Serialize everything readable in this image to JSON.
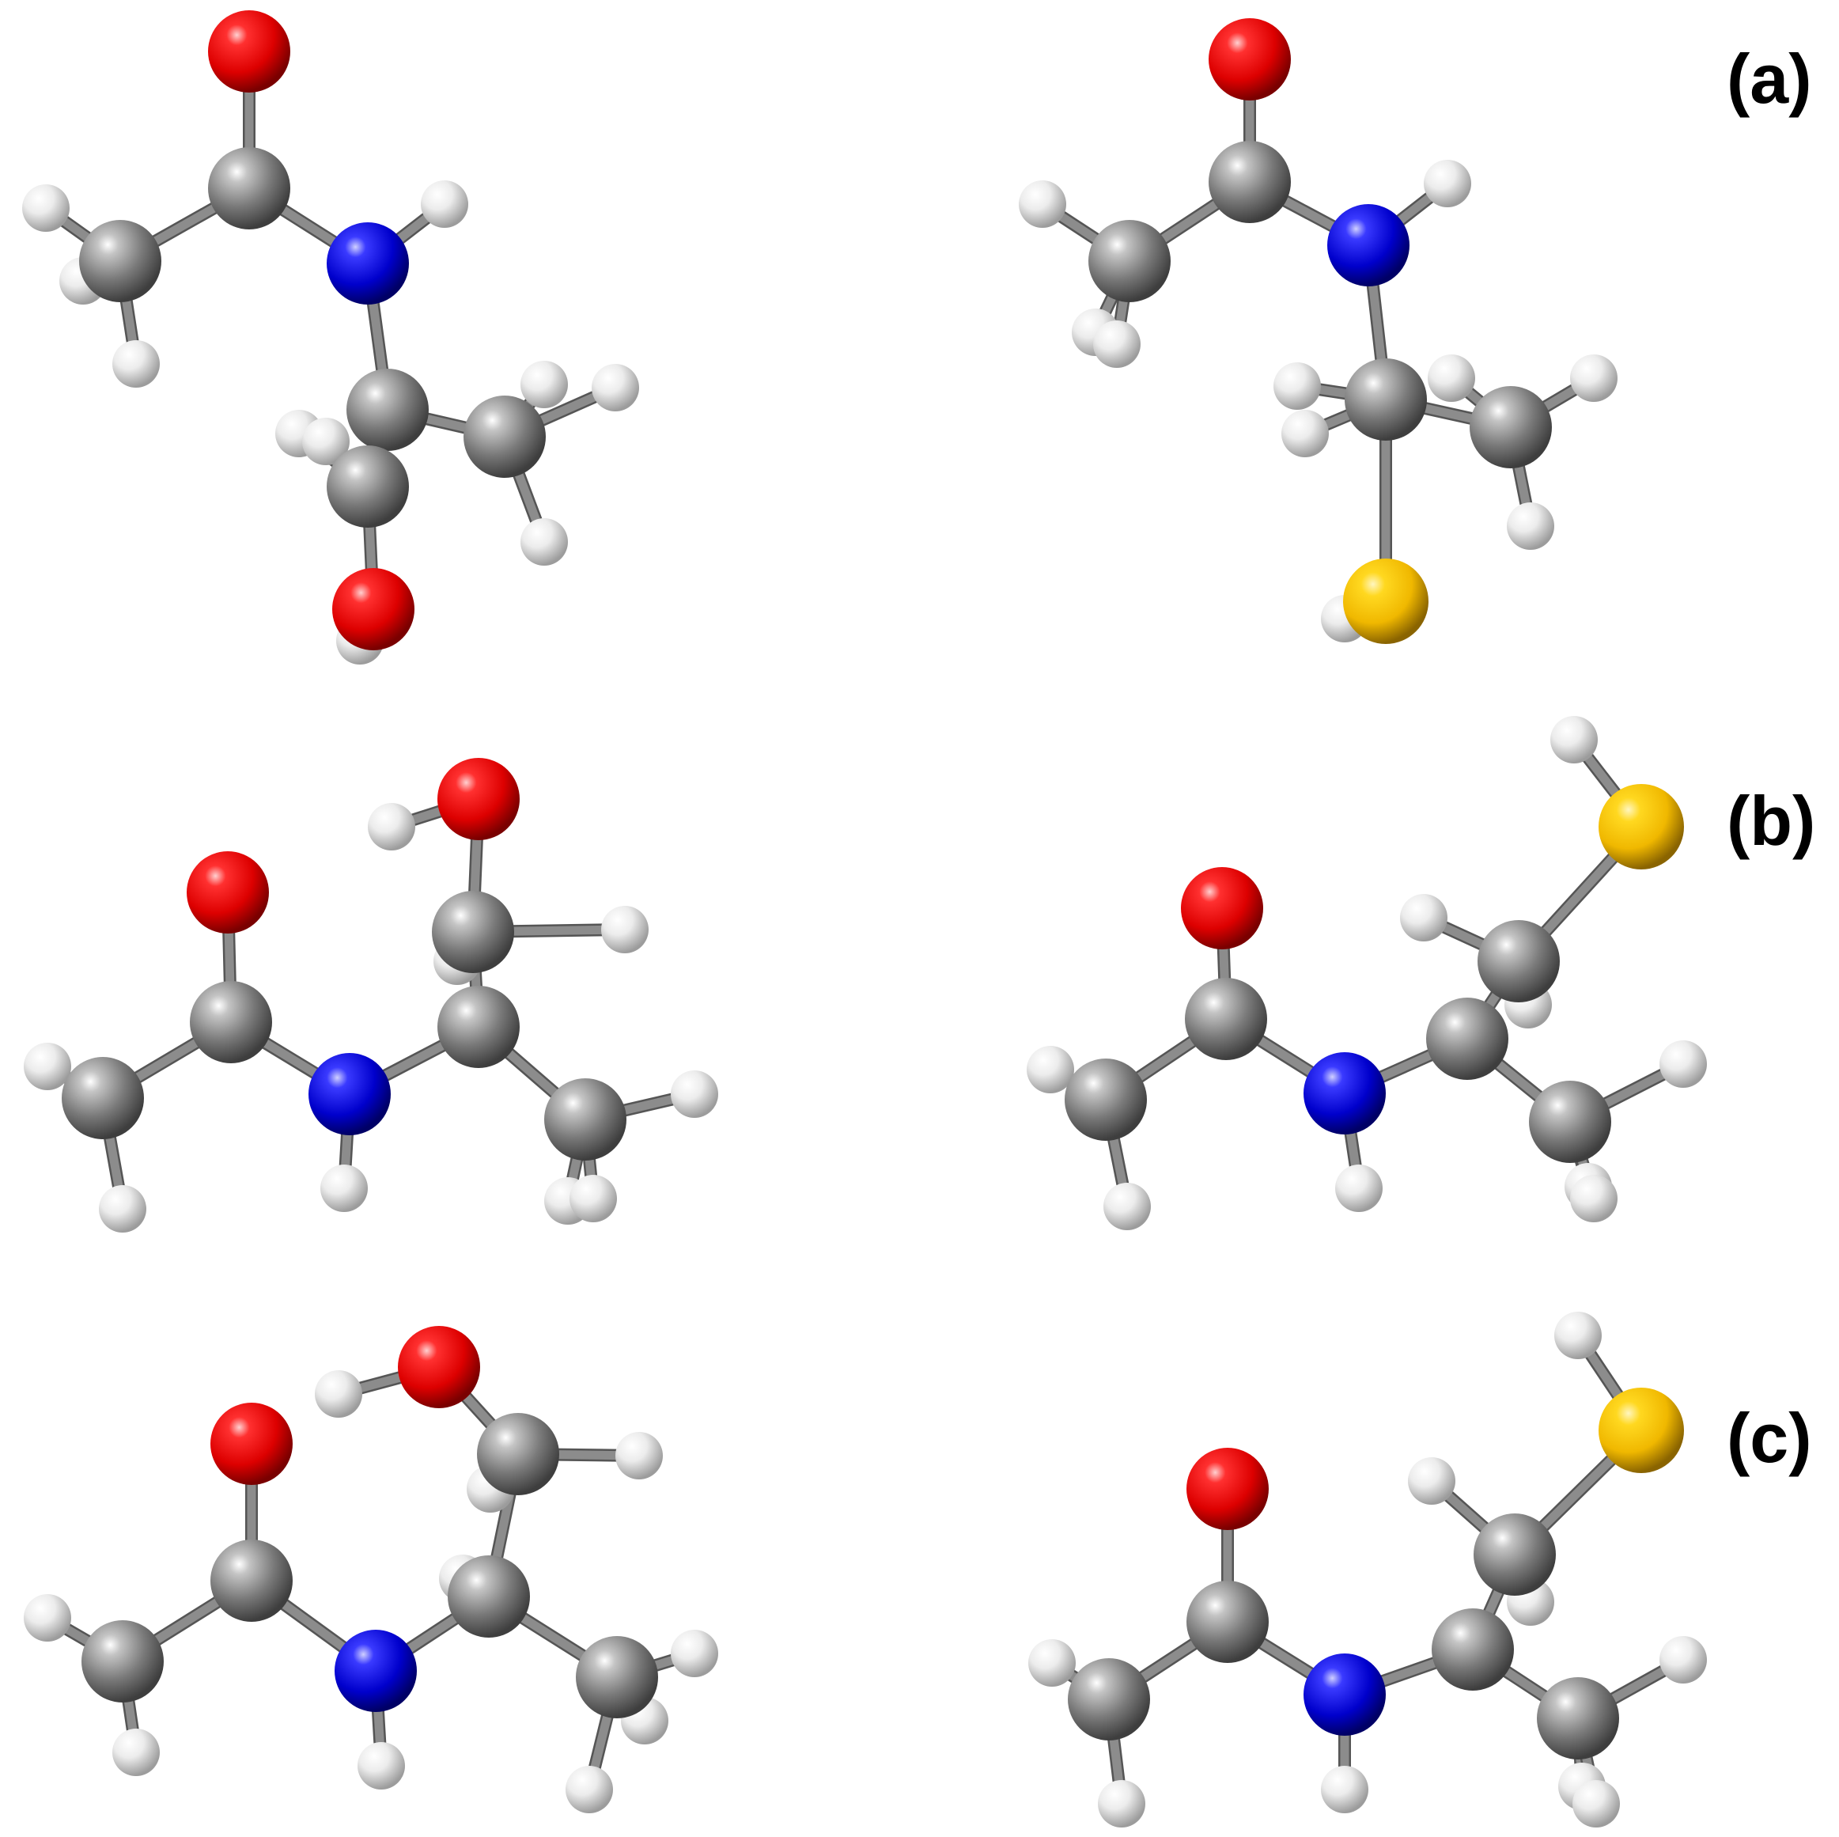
{
  "figure": {
    "labels": [
      "(a)",
      "(b)",
      "(c)"
    ],
    "colors": {
      "carbon": "#7a7a7a",
      "hydrogen": "#e8e8e8",
      "oxygen": "#e00000",
      "nitrogen": "#0000dd",
      "sulfur": "#f2c200",
      "bond": "#8c8c8c",
      "label": "#000000",
      "background": "#ffffff"
    }
  }
}
